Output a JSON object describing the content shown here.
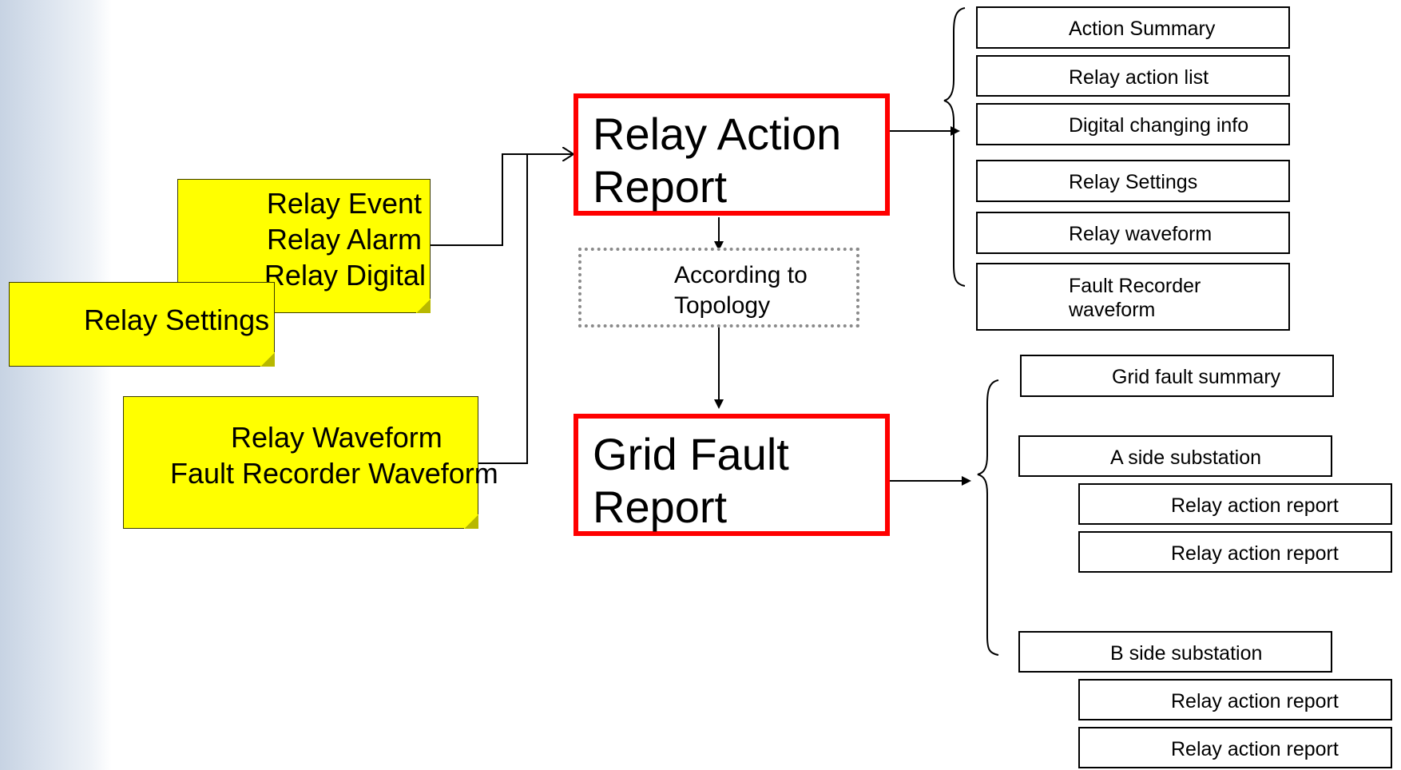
{
  "sources": {
    "events_note": [
      "Relay Event",
      "Relay Alarm",
      "Relay Digital"
    ],
    "settings_note": "Relay Settings",
    "waveform_note": [
      "Relay Waveform",
      "Fault Recorder Waveform"
    ]
  },
  "relay_action_report": [
    "Relay Action",
    "Report"
  ],
  "topology": [
    "According to",
    "Topology"
  ],
  "grid_fault_report": [
    "Grid Fault",
    "Report"
  ],
  "relay_report_items": [
    "Action Summary",
    "Relay action list",
    "Digital changing info",
    "Relay Settings",
    "Relay waveform",
    "Fault Recorder waveform"
  ],
  "grid_report_items": {
    "summary": "Grid fault summary",
    "a_side": "A side substation",
    "a_side_reports": [
      "Relay action report",
      "Relay action report"
    ],
    "b_side": "B side substation",
    "b_side_reports": [
      "Relay action report",
      "Relay action report"
    ]
  },
  "colors": {
    "note_fill": "#ffff00",
    "report_border": "#ff0000",
    "topology_border": "#8a8a8a"
  }
}
